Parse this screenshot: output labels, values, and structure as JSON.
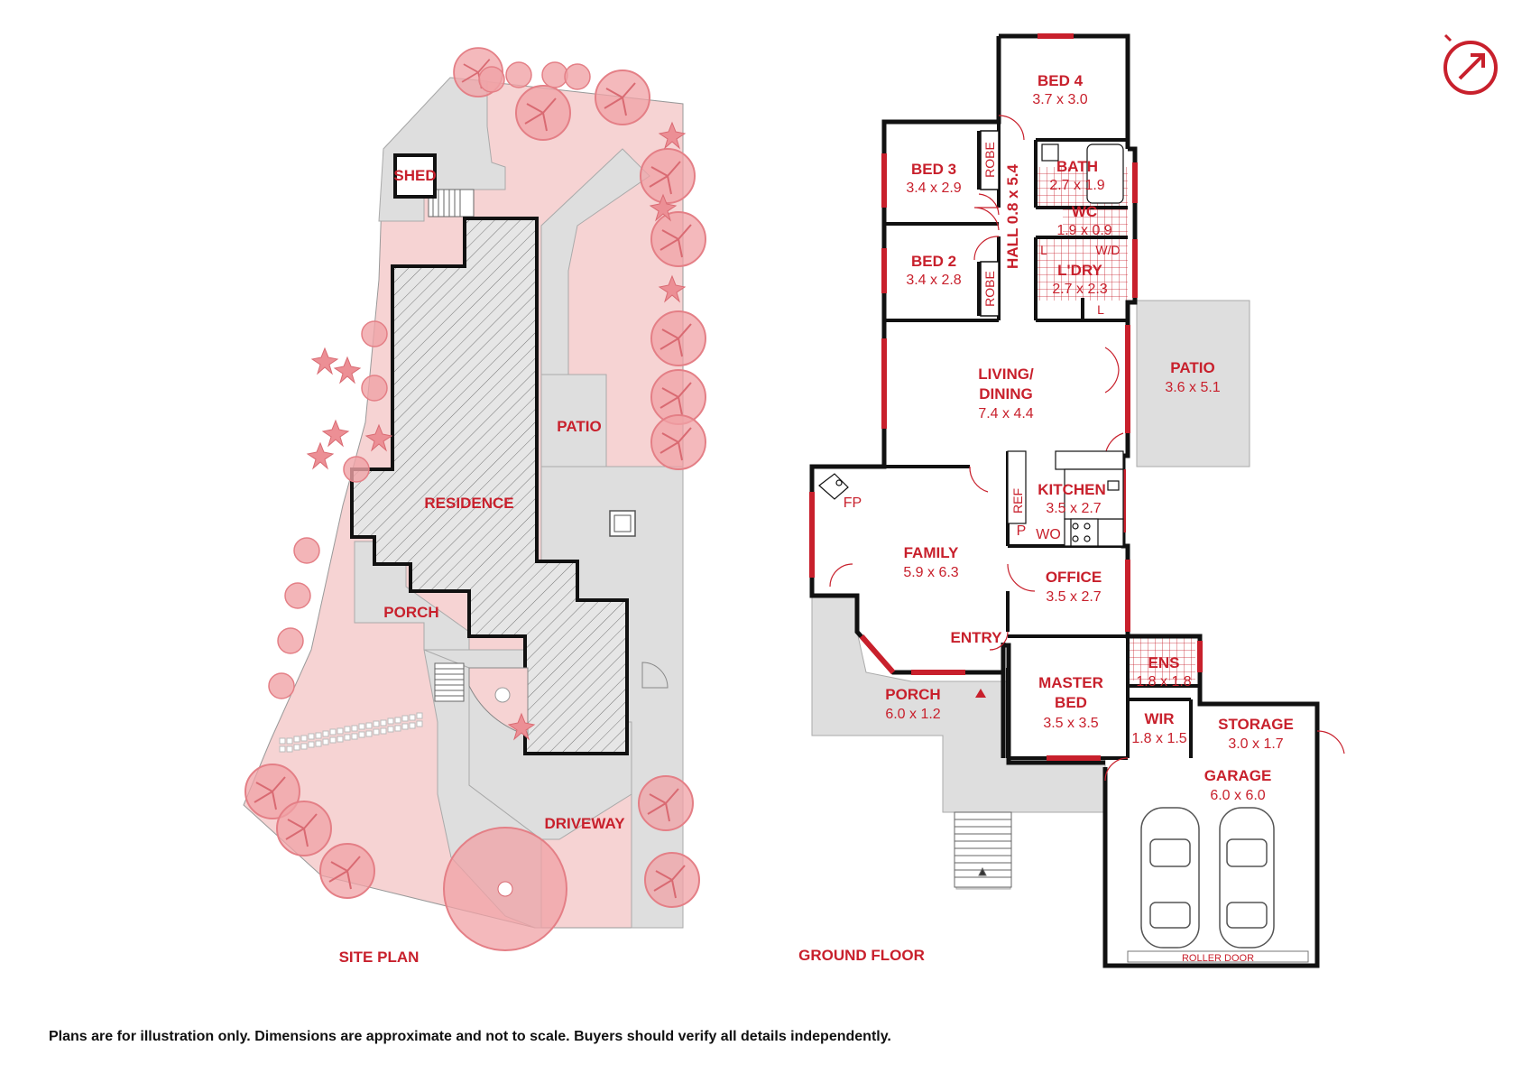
{
  "colors": {
    "accent": "#c8202c",
    "lawn": "#f6d3d3",
    "paving": "#dedede",
    "wall": "#111111",
    "tree": "#e47f86"
  },
  "site_plan": {
    "caption": "SITE PLAN",
    "labels": {
      "shed": "SHED",
      "residence": "RESIDENCE",
      "patio": "PATIO",
      "porch": "PORCH",
      "driveway": "DRIVEWAY"
    }
  },
  "ground_floor": {
    "caption": "GROUND FLOOR",
    "rooms": {
      "bed4": {
        "name": "BED 4",
        "dim": "3.7 x 3.0"
      },
      "bed3": {
        "name": "BED 3",
        "dim": "3.4 x 2.9"
      },
      "bed2": {
        "name": "BED 2",
        "dim": "3.4 x 2.8"
      },
      "bath": {
        "name": "BATH",
        "dim": "2.7 x 1.9"
      },
      "wc": {
        "name": "WC",
        "dim": "1.9 x 0.9"
      },
      "ldry": {
        "name": "L'DRY",
        "dim": "2.7 x 2.3"
      },
      "hall": {
        "name": "HALL 0.8 x 5.4"
      },
      "living": {
        "name1": "LIVING/",
        "name2": "DINING",
        "dim": "7.4 x 4.4"
      },
      "patio": {
        "name": "PATIO",
        "dim": "3.6 x 5.1"
      },
      "kitchen": {
        "name": "KITCHEN",
        "dim": "3.5 x 2.7"
      },
      "family": {
        "name": "FAMILY",
        "dim": "5.9 x 6.3"
      },
      "office": {
        "name": "OFFICE",
        "dim": "3.5 x 2.7"
      },
      "entry": {
        "name": "ENTRY"
      },
      "porch": {
        "name": "PORCH",
        "dim": "6.0 x 1.2"
      },
      "master": {
        "name1": "MASTER",
        "name2": "BED",
        "dim": "3.5 x 3.5"
      },
      "ens": {
        "name": "ENS",
        "dim": "1.8 x 1.8"
      },
      "wir": {
        "name": "WIR",
        "dim": "1.8 x 1.5"
      },
      "storage": {
        "name": "STORAGE",
        "dim": "3.0 x 1.7"
      },
      "garage": {
        "name": "GARAGE",
        "dim": "6.0 x 6.0"
      }
    },
    "fixtures": {
      "robe": "ROBE",
      "fp": "FP",
      "ref": "REF",
      "p": "P",
      "wo": "WO",
      "wd": "W/D",
      "l": "L",
      "roller_door": "ROLLER DOOR"
    }
  },
  "north_icon": "north-arrow-icon",
  "disclaimer": "Plans are for illustration only. Dimensions are approximate and not to scale. Buyers should verify all details independently."
}
